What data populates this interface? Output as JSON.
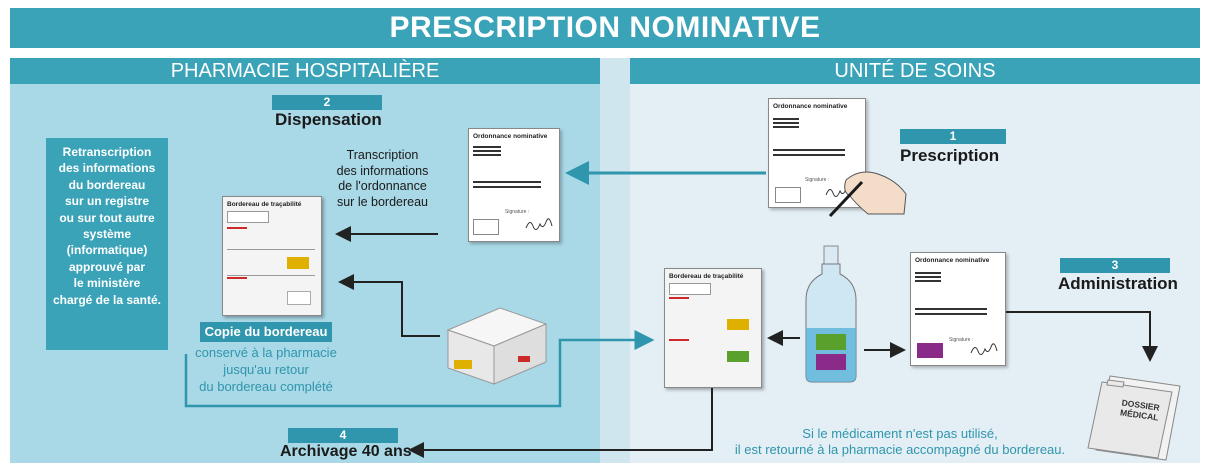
{
  "title": "PRESCRIPTION NOMINATIVE",
  "sections": {
    "left": "PHARMACIE HOSPITALIÈRE",
    "right": "UNITÉ DE SOINS"
  },
  "steps": {
    "s1": {
      "num": "1",
      "title": "Prescription"
    },
    "s2": {
      "num": "2",
      "title": "Dispensation"
    },
    "s3": {
      "num": "3",
      "title": "Administration"
    },
    "s4": {
      "num": "4",
      "title": "Archivage 40 ans"
    }
  },
  "side_note": [
    "Retranscription",
    "des informations",
    "du bordereau",
    "sur un registre",
    "ou sur tout autre",
    "système",
    "(informatique)",
    "approuvé par",
    "le ministère",
    "chargé de la santé."
  ],
  "transcription": [
    "Transcription",
    "des informations",
    "de l'ordonnance",
    "sur le bordereau"
  ],
  "copie": {
    "label": "Copie du bordereau",
    "desc": [
      "conservé à la pharmacie",
      "jusqu'au retour",
      "du bordereau complété"
    ]
  },
  "return_note": [
    "Si le médicament n'est pas utilisé,",
    "il est retourné à la pharmacie accompagné du bordereau."
  ],
  "documents": {
    "ordonnance_title": "Ordonnance nominative",
    "signature": "Signature :",
    "bordereau_title": "Bordereau de traçabilité",
    "dossier_line1": "DOSSIER",
    "dossier_line2": "MÉDICAL"
  },
  "colors": {
    "accent": "#3aa3b8",
    "accent_dark": "#2f96ad",
    "left_panel": "#a9d8e6",
    "right_panel": "#e3eef5",
    "label_yellow": "#e0b000",
    "label_green": "#5aa02c",
    "label_purple": "#8a2b8a",
    "label_red": "#cc2a2a"
  }
}
